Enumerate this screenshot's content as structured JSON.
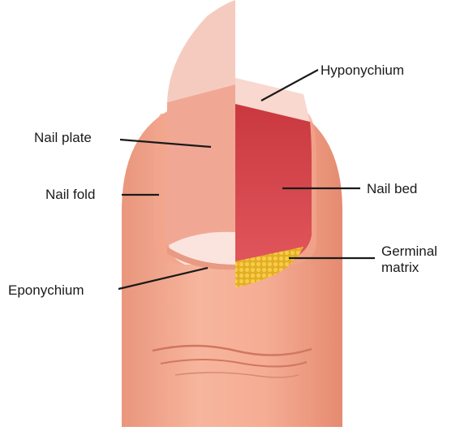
{
  "labels": {
    "hyponychium": "Hyponychium",
    "nail_plate": "Nail plate",
    "nail_bed": "Nail bed",
    "nail_fold": "Nail fold",
    "germinal_line1": "Germinal",
    "germinal_line2": "matrix",
    "eponychium": "Eponychium"
  },
  "colors": {
    "skin": "#f2a48a",
    "skin_dark": "#e38a70",
    "nail_plate": "#f3b4a2",
    "nail_bed": "#d9474e",
    "nail_tip": "#f8d4ca",
    "lunula": "#fbe3dc",
    "germinal_matrix": "#e9b92d",
    "leader_line": "#1a1a1a"
  }
}
